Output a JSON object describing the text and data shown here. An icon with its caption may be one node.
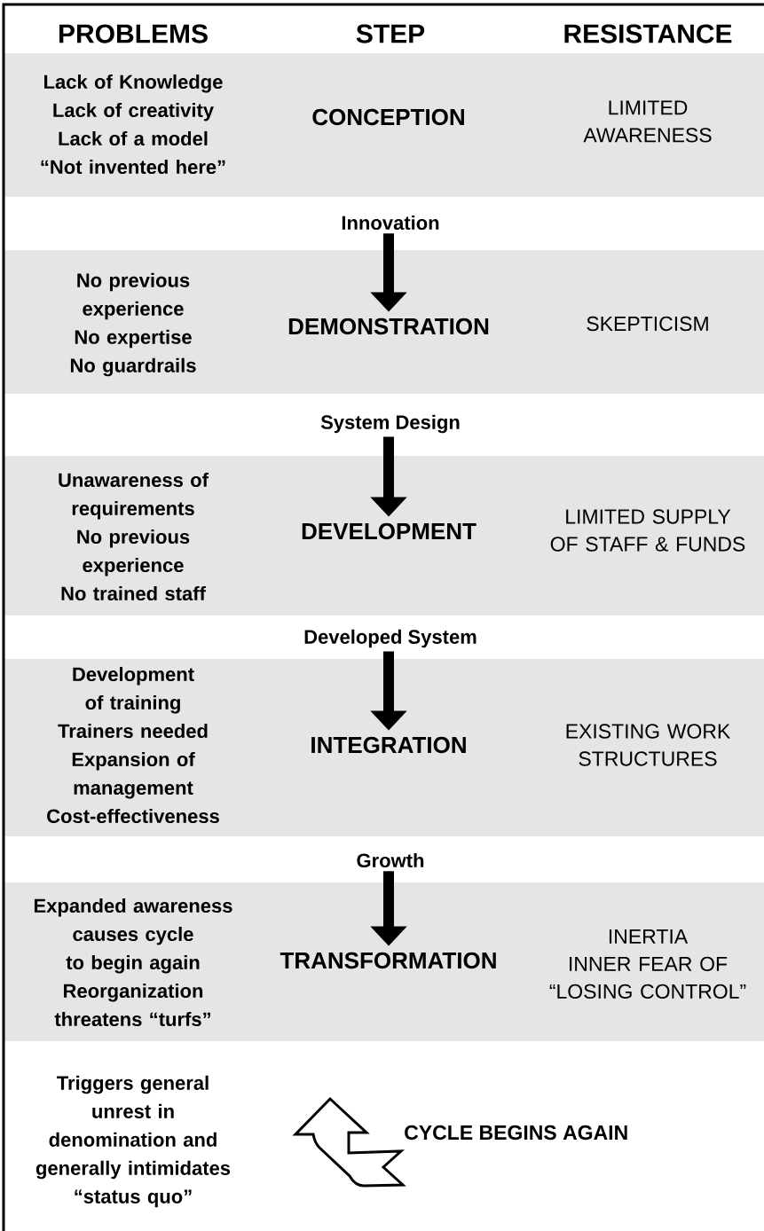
{
  "diagram": {
    "nodes": [
      {
        "text": [
          "CONCEPTION"
        ]
      },
      {
        "text": [
          "Innovation"
        ]
      },
      {
        "text": [
          "DEMONSTRATION"
        ]
      },
      {
        "text": [
          "System Design"
        ]
      },
      {
        "text": [
          "DEVELOPMENT"
        ]
      },
      {
        "text": [
          "Developed System"
        ]
      },
      {
        "text": [
          "INTEGRATION"
        ]
      },
      {
        "text": [
          "Growth"
        ]
      },
      {
        "text": [
          "TRANSFORMATION"
        ]
      }
    ],
    "edges": [
      {
        "from": 1,
        "to": 2,
        "arrow": "to"
      },
      {
        "from": 3,
        "to": 4,
        "arrow": "to"
      },
      {
        "from": 5,
        "to": 6,
        "arrow": "to"
      },
      {
        "from": 7,
        "to": 8,
        "arrow": "to"
      }
    ],
    "labels": [
      "PROBLEMS",
      "STEP",
      "RESISTANCE",
      "Lack of Knowledge",
      "Lack of creativity",
      "Lack of a model",
      "“Not invented here”",
      "LIMITED AWARENESS",
      "No previous experience",
      "No expertise",
      "No guardrails",
      "SKEPTICISM",
      "Unawareness of requirements",
      "No previous experience",
      "No trained staff",
      "LIMITED SUPPLY OF STAFF & FUNDS",
      "Development of training",
      "Trainers needed",
      "Expansion of management",
      "Cost-effectiveness",
      "EXISTING WORK STRUCTURES",
      "Expanded awareness causes cycle to begin again",
      "Reorganization threatens “turfs”",
      "INERTIA",
      "INNER FEAR OF “LOSING CONTROL”",
      "Triggers general unrest in denomination and generally intimidates “status quo”",
      "CYCLE BEGINS AGAIN"
    ]
  }
}
